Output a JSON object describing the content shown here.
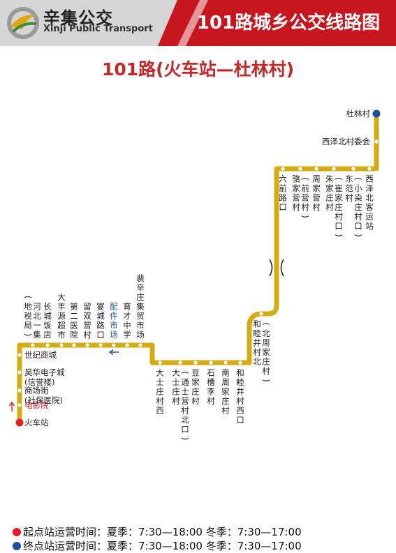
{
  "header": {
    "logo_cn": "辛集公交",
    "logo_en": "Xinji Public Transport",
    "title": "101路城乡公交线路图"
  },
  "route_title": "101路(火车站—杜林村)",
  "colors": {
    "route_line": "#d4ac12",
    "start_stop": "#e31e24",
    "end_stop": "#1d4f9c",
    "header_red": "#c8161e",
    "header_gray": "#d5d5d5",
    "title_red": "#c62828",
    "alt_stop_text": "#1d5aa8"
  },
  "stops": [
    {
      "name": "火车站"
    },
    {
      "name": "电影院"
    },
    {
      "name": "商场街",
      "sub": "(社保医院)"
    },
    {
      "name": "昊华电子城",
      "sub": "(信誉楼)"
    },
    {
      "name": "世纪商城"
    },
    {
      "name": "河北一集",
      "sub": "(地税局)"
    },
    {
      "name": "长城饭店"
    },
    {
      "name": "大丰源超市"
    },
    {
      "name": "第二医院"
    },
    {
      "name": "留双营村"
    },
    {
      "name": "宴城路口"
    },
    {
      "name": "配件市场"
    },
    {
      "name": "育才中学"
    },
    {
      "name": "裴辛庄集贸市场"
    },
    {
      "name": "大士庄村西"
    },
    {
      "name": "大士庄村",
      "sub": "(通士营村北口)"
    },
    {
      "name": "豆家庄村"
    },
    {
      "name": "石槽李村"
    },
    {
      "name": "南周家庄村"
    },
    {
      "name": "和睦井村西口"
    },
    {
      "name": "和睦井村北",
      "sub": "(北周家庄村)"
    },
    {
      "name": "六前路口"
    },
    {
      "name": "骆家营村",
      "sub": "(前营村)"
    },
    {
      "name": "周家营村"
    },
    {
      "name": "朱家庄村",
      "sub": "(崔家庄村口)"
    },
    {
      "name": "东范村",
      "sub": "(小染庄村口)"
    },
    {
      "name": "西泽北客运站"
    },
    {
      "name": "西泽北村委会"
    },
    {
      "name": "杜林村"
    }
  ],
  "operating_hours": [
    {
      "label": "起点站运营时间：",
      "summer": "夏季：7:30—18:00",
      "winter": "冬季：7:30—17:00"
    },
    {
      "label": "终点站运营时间：",
      "summer": "夏季：7:30—18:00",
      "winter": "冬季：7:30—17:00"
    }
  ]
}
